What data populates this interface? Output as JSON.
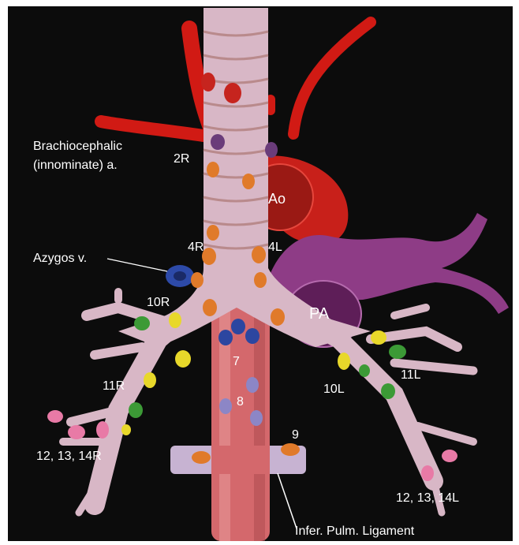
{
  "labels": {
    "brachiocephalic_line1": "Brachiocephalic",
    "brachiocephalic_line2": "(innominate) a.",
    "station_2r": "2R",
    "aorta": "Ao",
    "azygos": "Azygos v.",
    "station_4r": "4R",
    "station_4l": "4L",
    "station_10r": "10R",
    "pulmonary_artery": "PA",
    "station_7": "7",
    "station_11r": "11R",
    "station_10l": "10L",
    "station_11l": "11L",
    "station_8": "8",
    "station_9": "9",
    "station_12_13_14r": "12, 13, 14R",
    "station_12_13_14l": "12, 13, 14L",
    "inferior_pulmonary_ligament": "Infer. Pulm. Ligament"
  },
  "colors": {
    "background": "#0c0c0c",
    "frame": "#ffffff",
    "trachea": "#d8b7c6",
    "trachea_ring": "#b98a8c",
    "artery": "#d11a14",
    "aorta": "#c8201a",
    "pulmonary_artery": "#8e3c86",
    "esophagus": "#d4686c",
    "azygos": "#2d4aa8",
    "node_orange": "#e07a2a",
    "node_red": "#c6241e",
    "node_yellow": "#e8d82a",
    "node_green": "#3c9a36",
    "node_blue": "#2c46a0",
    "node_lilac": "#8c86c6",
    "node_pink": "#e87aa6"
  }
}
